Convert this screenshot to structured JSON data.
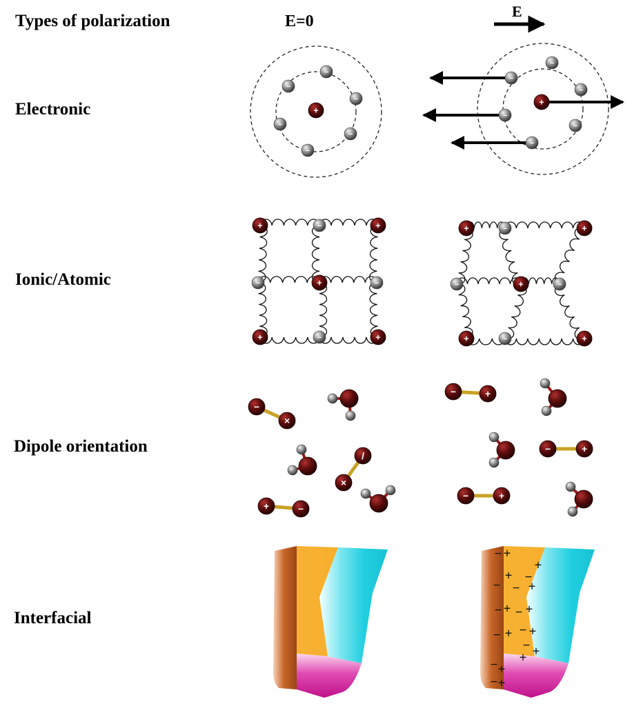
{
  "header": {
    "title": "Types of polarization",
    "no_field_label": "E=0",
    "field_label": "E"
  },
  "rows": [
    {
      "id": "electronic",
      "label": "Electronic"
    },
    {
      "id": "ionic",
      "label": "Ionic/Atomic"
    },
    {
      "id": "dipole",
      "label": "Dipole orientation"
    },
    {
      "id": "interfacial",
      "label": "Interfacial"
    }
  ],
  "symbols": {
    "plus": "+",
    "minus": "−",
    "cross": "×",
    "slash": "/"
  },
  "colors": {
    "cation": "#4a0a0a",
    "anion": "#8a8a8a",
    "bond": "#c9a227",
    "orange_layer": "#f7b234",
    "cyan_layer": "#21cfe0",
    "magenta_layer": "#d6199a",
    "brown_layer": "#b85a1f"
  },
  "icons": [
    "arrow-right-icon",
    "arrow-left-icon"
  ]
}
